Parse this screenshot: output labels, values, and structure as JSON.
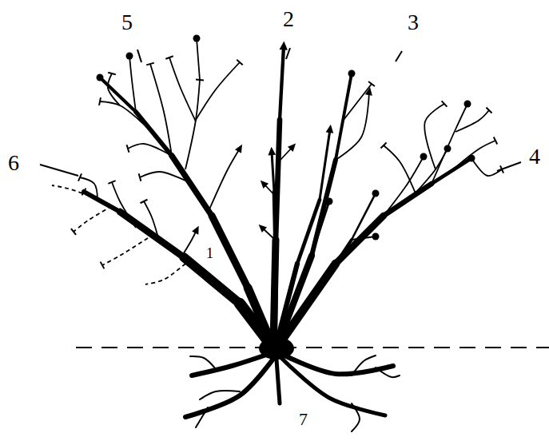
{
  "diagram": {
    "labels": [
      "5",
      "2",
      "3",
      "6",
      "4",
      "1",
      "7"
    ]
  }
}
